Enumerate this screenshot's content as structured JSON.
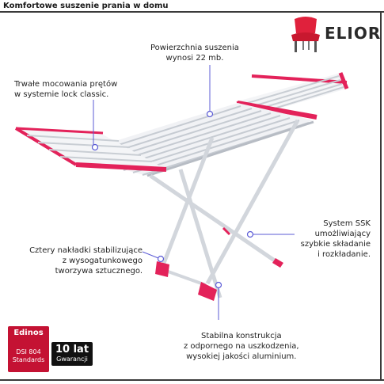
{
  "header": {
    "title": "Komfortowe suszenie prania w domu"
  },
  "brand": {
    "name": "ELIOR",
    "logo_icon": "chair-icon",
    "logo_color": "#e0213c"
  },
  "callouts": {
    "surface": [
      "Powierzchnia suszenia",
      "wynosi 22 mb."
    ],
    "mounting": [
      "Trwałe mocowania prętów",
      "w systemie lock classic."
    ],
    "ssk": [
      "System SSK",
      "umożliwiający",
      "szybkie składanie",
      "i rozkładanie."
    ],
    "caps": [
      "Cztery nakładki stabilizujące",
      "z wysogatunkowego",
      "tworzywa sztucznego."
    ],
    "construction": [
      "Stabilna konstrukcja",
      "z odpornego na uszkodzenia,",
      "wysokiej jakości aluminium."
    ]
  },
  "badges": {
    "edinos": {
      "title": "Edinos",
      "mid": "DSI 804",
      "bottom": "Standards",
      "color": "#c41233"
    },
    "warranty": {
      "big": "10 lat",
      "small": "Gwarancji"
    }
  },
  "product": {
    "accent_color": "#e3225a",
    "frame_color": "#d9dde2"
  }
}
